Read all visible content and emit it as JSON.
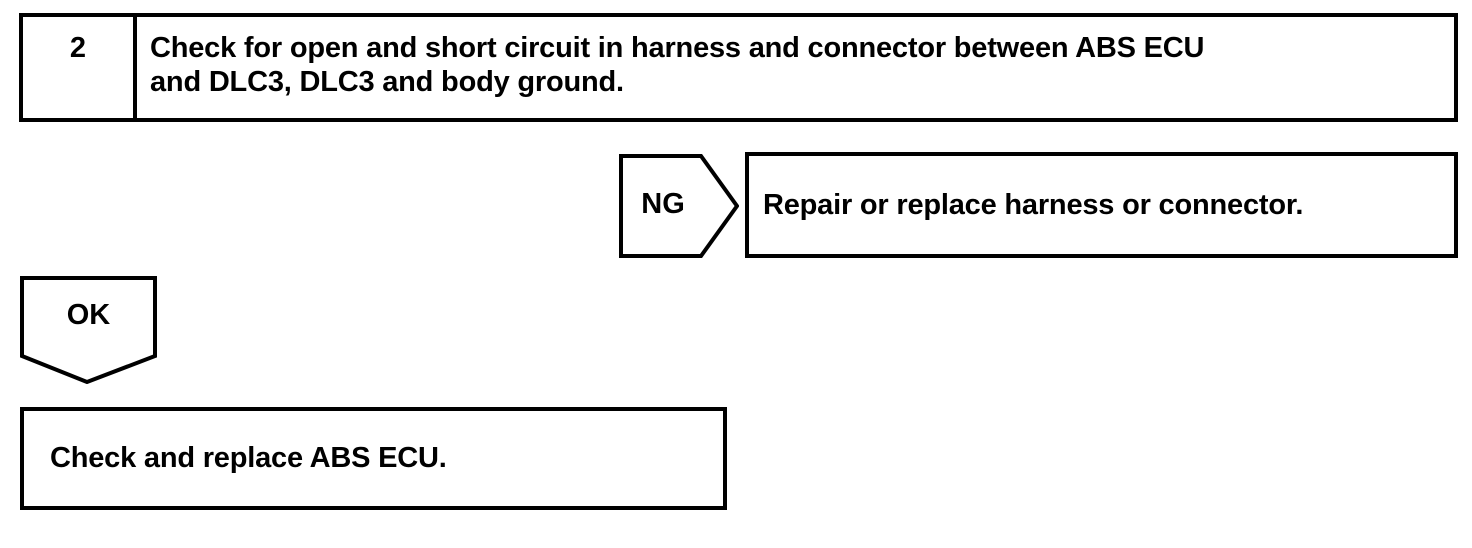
{
  "flowchart": {
    "colors": {
      "line": "#000000",
      "background": "#ffffff",
      "text": "#000000"
    },
    "step": {
      "number": "2",
      "instruction_line1": "Check for open and short circuit in harness and connector between ABS ECU",
      "instruction_line2": "and DLC3, DLC3 and body ground."
    },
    "ng_branch": {
      "label": "NG",
      "action": "Repair or replace harness or connector."
    },
    "ok_branch": {
      "label": "OK",
      "action": "Check and replace ABS ECU."
    }
  }
}
